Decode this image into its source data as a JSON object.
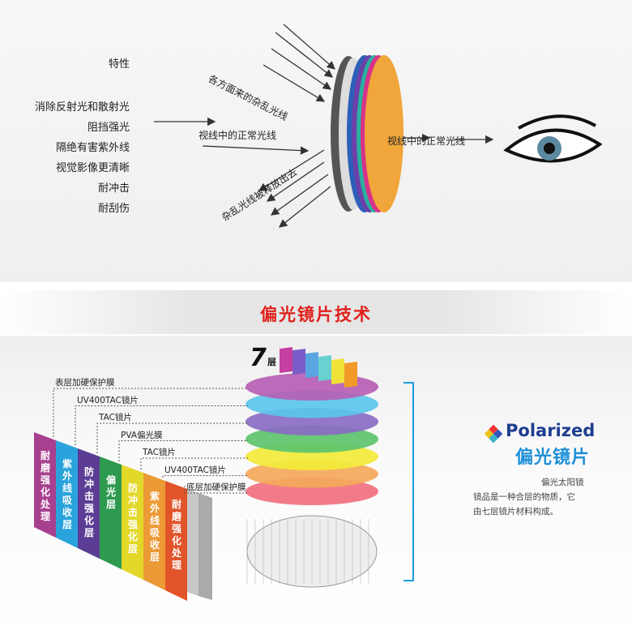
{
  "top": {
    "features_title": "特性",
    "features": [
      "消除反射光和散射光",
      "阻挡强光",
      "隔绝有害紫外线",
      "视觉影像更清晰",
      "耐冲击",
      "耐刮伤"
    ],
    "arrow_scattered_in": "各方面来的杂乱光线",
    "arrow_normal_in": "视线中的正常光线",
    "arrow_scattered_out": "杂乱光线被释放出去",
    "arrow_normal_out": "视线中的正常光线"
  },
  "band": {
    "title": "偏光镜片技术"
  },
  "layers": {
    "badge_number": "7",
    "badge_unit": "层",
    "labels": [
      "表层加硬保护膜",
      "UV400TAC镜片",
      "TAC镜片",
      "PVA偏光膜",
      "TAC镜片",
      "UV400TAC镜片",
      "底层加硬保护膜"
    ],
    "strips": [
      {
        "text": "耐磨强化处理",
        "color": "#a8408f"
      },
      {
        "text": "紫外线吸收层",
        "color": "#2aa3dc"
      },
      {
        "text": "防冲击强化层",
        "color": "#5b3d96"
      },
      {
        "text": "偏光层",
        "color": "#2e9a4f"
      },
      {
        "text": "防冲击强化层",
        "color": "#e3d82a"
      },
      {
        "text": "紫外线吸收层",
        "color": "#ec9a36"
      },
      {
        "text": "耐磨强化处理",
        "color": "#e2542a"
      }
    ],
    "disc_colors": [
      "#b65fb5",
      "#5bc5ec",
      "#8a6cc2",
      "#5cc46c",
      "#f2ea3a",
      "#f4a85a",
      "#f0707e"
    ]
  },
  "brand": {
    "name": "Polarized",
    "name_cn": "偏光镜片",
    "desc_lines": [
      "偏光太阳镜",
      "镜品是一种合层的物质，它",
      "由七层镜片材料构成。"
    ],
    "accent": "#1d8fd8"
  }
}
